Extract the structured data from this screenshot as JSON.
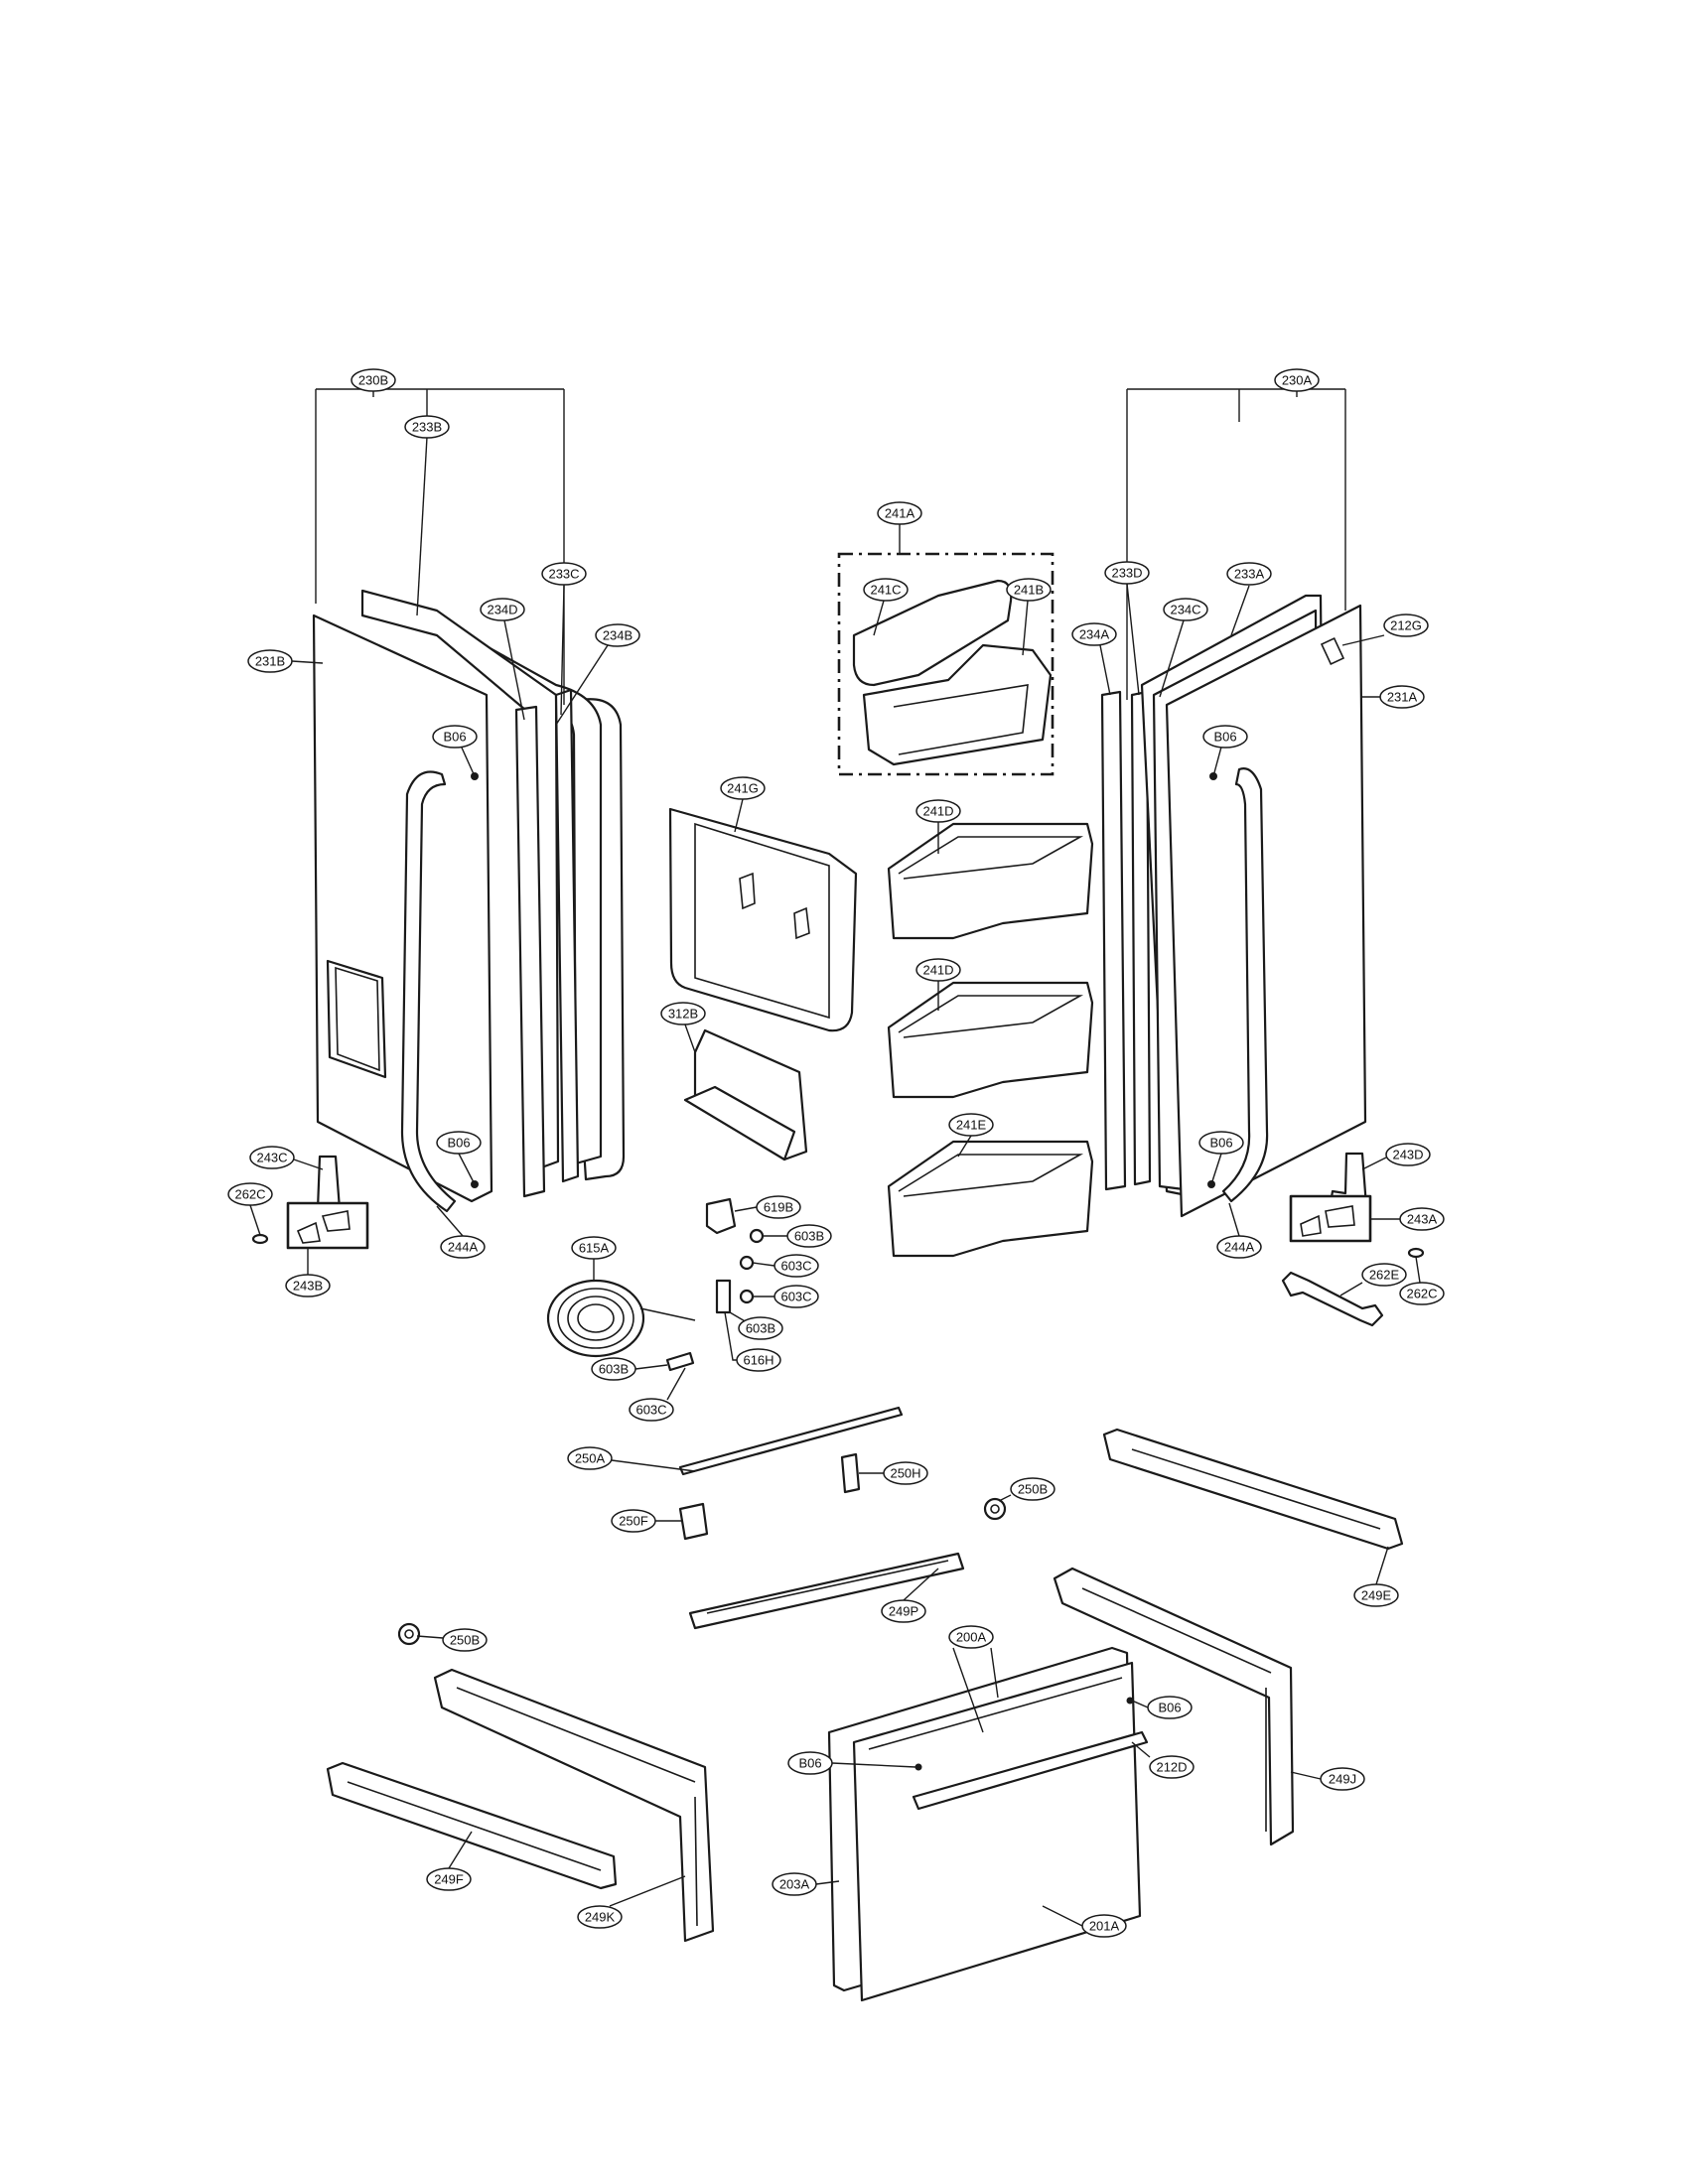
{
  "diagram": {
    "callouts": {
      "c230B": "230B",
      "c233B": "233B",
      "c233C": "233C",
      "c234D": "234D",
      "c234B": "234B",
      "c231B": "231B",
      "c806L": "B06",
      "c806L2": "B06",
      "c243C": "243C",
      "c262CL": "262C",
      "c243B": "243B",
      "c244AL": "244A",
      "c241A": "241A",
      "c241C": "241C",
      "c241B": "241B",
      "c241G": "241G",
      "c241D1": "241D",
      "c241D2": "241D",
      "c241E": "241E",
      "c312B": "312B",
      "c619B": "619B",
      "c603B1": "603B",
      "c603C1": "603C",
      "c603C2": "603C",
      "c603B2": "603B",
      "c616H": "616H",
      "c615A": "615A",
      "c603B3": "603B",
      "c603C3": "603C",
      "c230A": "230A",
      "c233D": "233D",
      "c233A": "233A",
      "c234C": "234C",
      "c234A": "234A",
      "c212G": "212G",
      "c231A": "231A",
      "c806R": "B06",
      "c806R2": "B06",
      "c243D": "243D",
      "c243A": "243A",
      "c244AR": "244A",
      "c262E": "262E",
      "c262CR": "262C",
      "c250A": "250A",
      "c250H": "250H",
      "c250F": "250F",
      "c250B1": "250B",
      "c249E": "249E",
      "c249P": "249P",
      "c250B2": "250B",
      "c200A": "200A",
      "c806D1": "B06",
      "c806D2": "B06",
      "c212D": "212D",
      "c249J": "249J",
      "c249F": "249F",
      "c249K": "249K",
      "c203A": "203A",
      "c201A": "201A"
    }
  }
}
